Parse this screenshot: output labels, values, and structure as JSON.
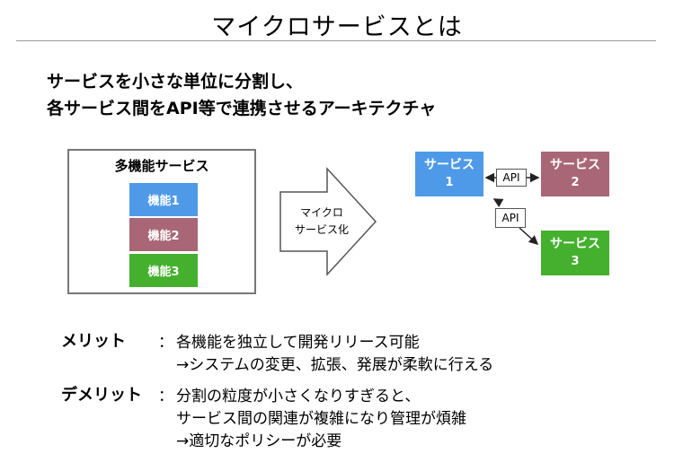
{
  "title": "マイクロサービスとは",
  "lead": {
    "line1": "サービスを小さな単位に分割し、",
    "line2": "各サービス間をAPI等で連携させるアーキテクチャ"
  },
  "diagram": {
    "monolith_label": "多機能サービス",
    "features": [
      {
        "label": "機能1",
        "color": "#4f9ae8"
      },
      {
        "label": "機能2",
        "color": "#a86676"
      },
      {
        "label": "機能3",
        "color": "#44b02e"
      }
    ],
    "transform_line1": "マイクロ",
    "transform_line2": "サービス化",
    "services": [
      {
        "name": "サービス",
        "num": "1",
        "color": "#4f9ae8"
      },
      {
        "name": "サービス",
        "num": "2",
        "color": "#a86676"
      },
      {
        "name": "サービス",
        "num": "3",
        "color": "#44b02e"
      }
    ],
    "api_label_1": "API",
    "api_label_2": "API"
  },
  "merit": {
    "heading": "メリット",
    "colon": "：",
    "line1": "各機能を独立して開発リリース可能",
    "line2": "→システムの変更、拡張、発展が柔軟に行える"
  },
  "demerit": {
    "heading": "デメリット",
    "colon": "：",
    "line1": "分割の粒度が小さくなりすぎると、",
    "line2": "サービス間の関連が複雑になり管理が煩雑",
    "line3": "→適切なポリシーが必要"
  }
}
